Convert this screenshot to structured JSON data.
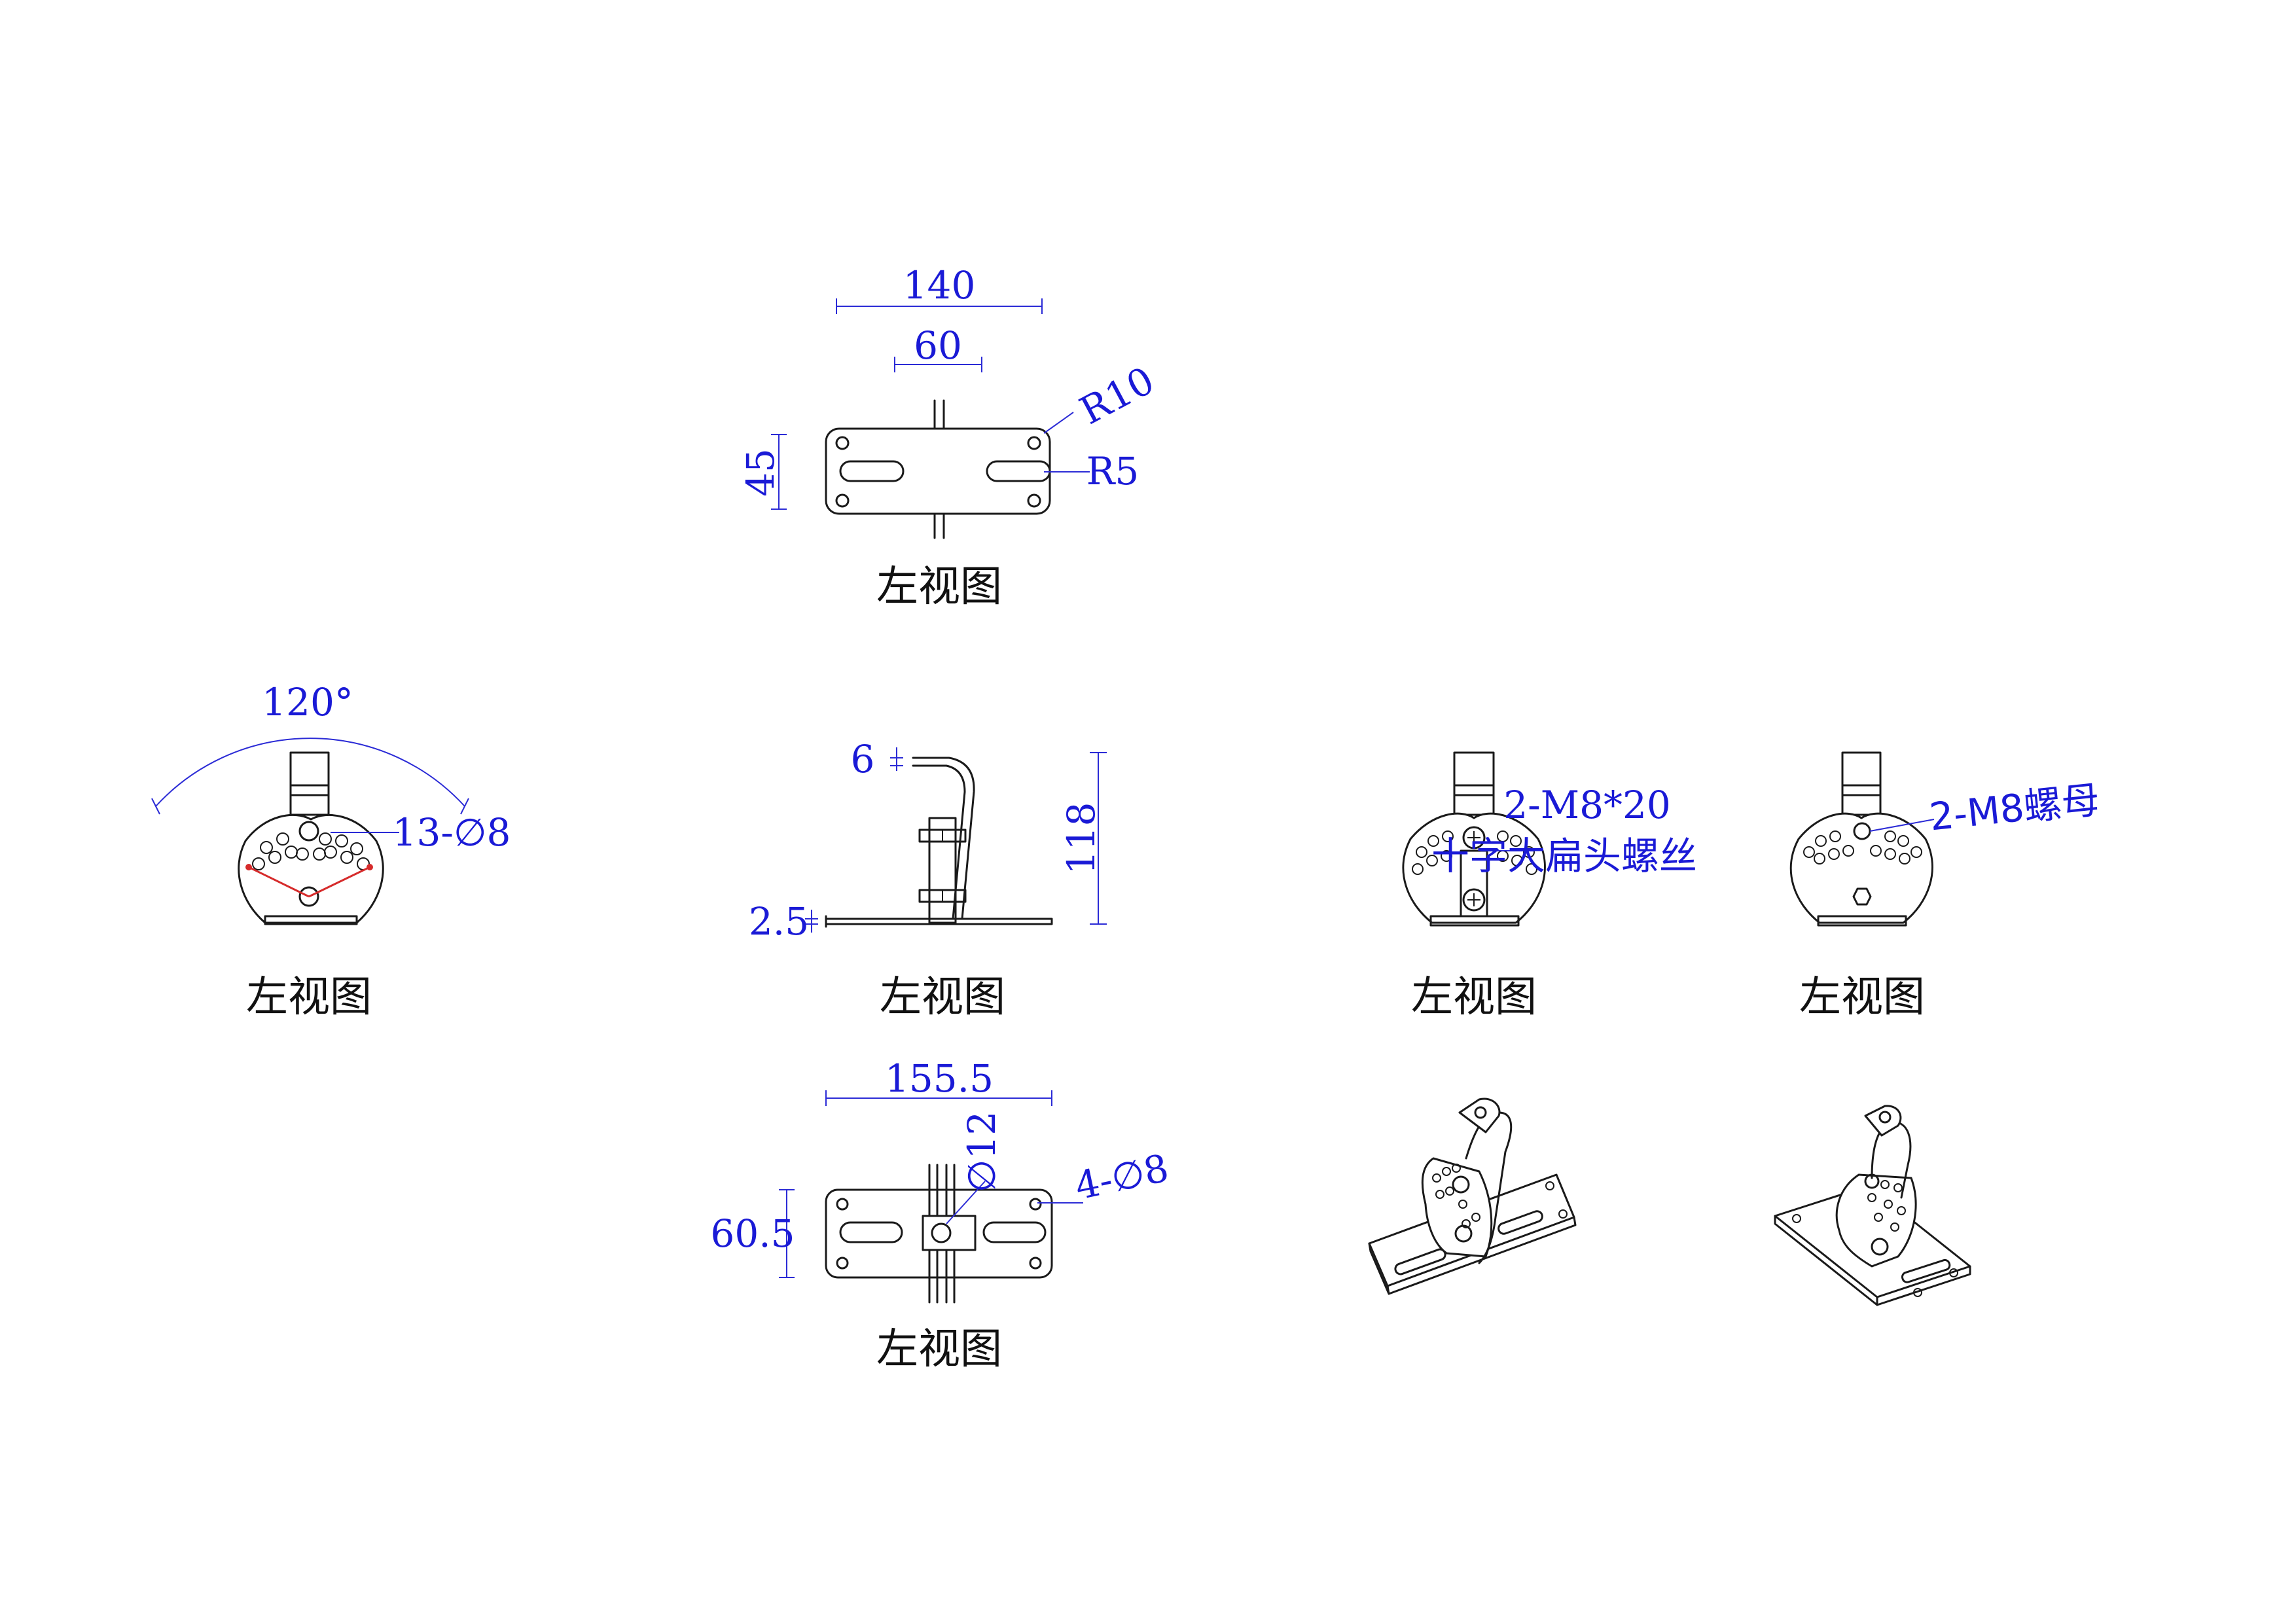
{
  "views": {
    "top": {
      "caption": "左视图",
      "dim_length": "140",
      "dim_slot_spacing": "60",
      "dim_width": "45",
      "dim_corner_radius": "R10",
      "dim_slot_radius": "R5"
    },
    "side_angle": {
      "caption": "左视图",
      "dim_angle": "120°",
      "dim_holes": "13-∅8"
    },
    "side_profile": {
      "caption": "左视图",
      "dim_hook": "6",
      "dim_height": "118",
      "dim_thickness": "2.5"
    },
    "bottom": {
      "caption": "左视图",
      "dim_length": "155.5",
      "dim_width": "60.5",
      "dim_pivot_hole": "∅12",
      "dim_holes": "4-∅8"
    },
    "screw_view": {
      "caption": "左视图",
      "note_line1": "2-M8*20",
      "note_line2": "十字大扁头螺丝"
    },
    "nut_view": {
      "caption": "左视图",
      "note": "2-M8螺母"
    }
  },
  "colors": {
    "outline": "#1a1a1a",
    "dimension": "#1a1ad6",
    "construction": "#d62b2b",
    "background": "#ffffff"
  }
}
